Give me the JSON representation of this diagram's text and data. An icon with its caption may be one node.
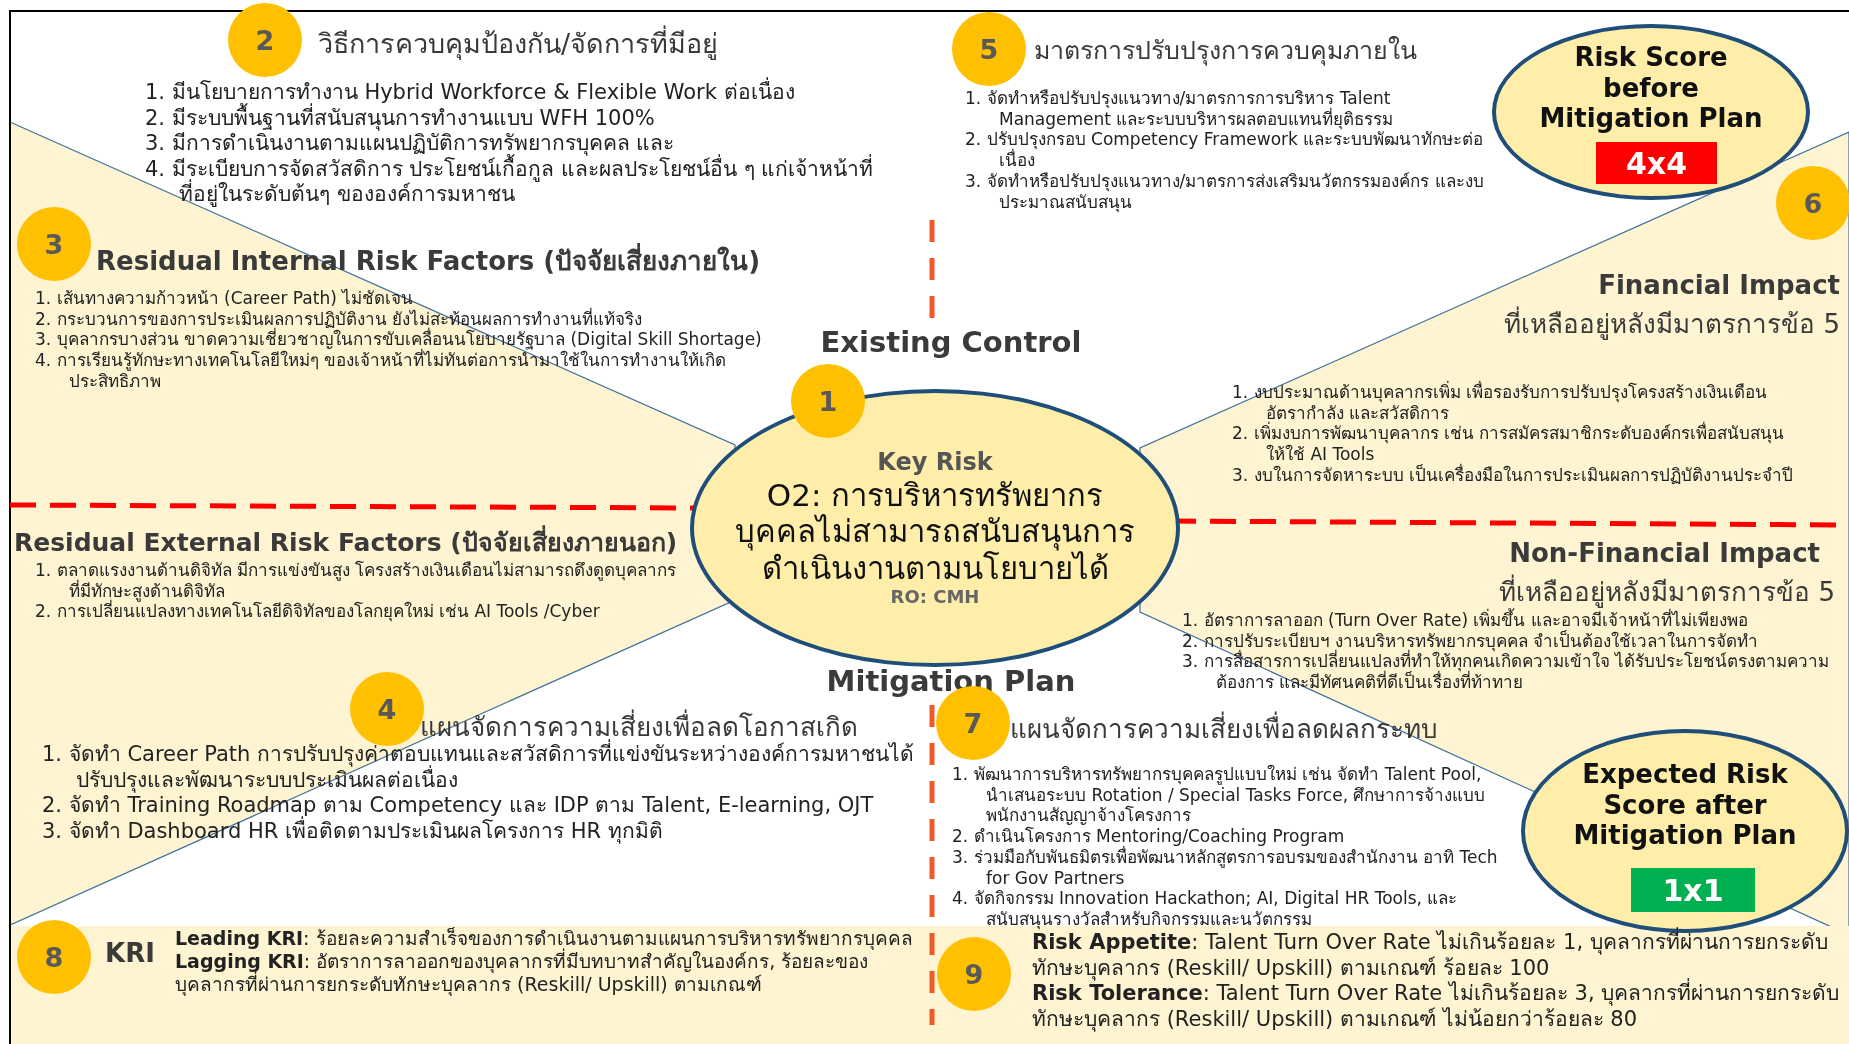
{
  "diagram": {
    "nodes": [
      {
        "text": [
          "1"
        ]
      },
      {
        "text": [
          "Key Risk",
          "O2: การบริหารทรัพยากรบุคคลไม่สามารถสนับสนุนการดำเนินงานตามนโยบายได้",
          "RO: CMH"
        ]
      },
      {
        "text": [
          "2"
        ]
      },
      {
        "text": [
          "3"
        ]
      },
      {
        "text": [
          "4"
        ]
      },
      {
        "text": [
          "5"
        ]
      },
      {
        "text": [
          "6"
        ]
      },
      {
        "text": [
          "7"
        ]
      },
      {
        "text": [
          "8"
        ]
      },
      {
        "text": [
          "9"
        ]
      },
      {
        "text": [
          "Risk Score before Mitigation Plan"
        ]
      },
      {
        "text": [
          "4x4"
        ],
        "in": 10
      },
      {
        "text": [
          "Expected Risk Score after Mitigation Plan"
        ]
      },
      {
        "text": [
          "1x1"
        ],
        "in": 12
      }
    ],
    "labels": [
      "Existing Control",
      "Mitigation Plan",
      "วิธีการควบคุมป้องกัน/จัดการที่มีอยู่",
      "1. มีนโยบายการทำงาน Hybrid Workforce & Flexible Work ต่อเนื่อง",
      "2. มีระบบพื้นฐานที่สนับสนุนการทำงานแบบ WFH 100%",
      "3. มีการดำเนินงานตามแผนปฏิบัติการทรัพยากรบุคคล และ",
      "4. มีระเบียบการจัดสวัสดิการ ประโยชน์เกื้อกูล และผลประโยชน์อื่น ๆ แก่เจ้าหน้าที่ที่อยู่ในระดับต้นๆ ขององค์การมหาชน",
      "Residual Internal Risk Factors (ปัจจัยเสี่ยงภายใน)",
      "1. เส้นทางความก้าวหน้า (Career Path) ไม่ชัดเจน",
      "2. กระบวนการของการประเมินผลการปฏิบัติงาน ยังไม่สะท้อนผลการทำงานที่แท้จริง",
      "3. บุคลากรบางส่วน ขาดความเชี่ยวชาญในการขับเคลื่อนนโยบายรัฐบาล (Digital Skill Shortage)",
      "4. การเรียนรู้ทักษะทางเทคโนโลยีใหม่ๆ ของเจ้าหน้าที่ไม่ทันต่อการนำมาใช้ในการทำงานให้เกิดประสิทธิภาพ",
      "Residual External Risk Factors (ปัจจัยเสี่ยงภายนอก)",
      "1. ตลาดแรงงานด้านดิจิทัล มีการแข่งขันสูง โครงสร้างเงินเดือนไม่สามารถดึงดูดบุคลากรที่มีทักษะสูงด้านดิจิทัล",
      "2. การเปลี่ยนแปลงทางเทคโนโลยีดิจิทัลของโลกยุคใหม่ เช่น AI Tools /Cyber",
      "แผนจัดการความเสี่ยงเพื่อลดโอกาสเกิด",
      "1. จัดทำ Career Path การปรับปรุงค่าตอบแทนและสวัสดิการที่แข่งขันระหว่างองค์การมหาชนได้ ปรับปรุงและพัฒนาระบบประเมินผลต่อเนื่อง",
      "2. จัดทำ Training Roadmap ตาม Competency และ IDP ตาม Talent, E-learning, OJT",
      "3. จัดทำ Dashboard HR เพื่อติดตามประเมินผลโครงการ HR ทุกมิติ",
      "KRI",
      "**Leading KRI**: ร้อยละความสำเร็จของการดำเนินงานตามแผนการบริหารทรัพยากรบุคคล",
      "**Lagging KRI**: อัตราการลาออกของบุคลากรที่มีบทบาทสำคัญในองค์กร, ร้อยละของบุคลากรที่ผ่านการยกระดับทักษะบุคลากร (Reskill/ Upskill) ตามเกณฑ์",
      "มาตรการปรับปรุงการควบคุมภายใน",
      "1. จัดทำหรือปรับปรุงแนวทาง/มาตรการการบริหาร Talent Management และระบบบริหารผลตอบแทนที่ยุติธรรม",
      "2. ปรับปรุงกรอบ Competency Framework และระบบพัฒนาทักษะต่อเนื่อง",
      "3. จัดทำหรือปรับปรุงแนวทาง/มาตรการส่งเสริมนวัตกรรมองค์กร และงบประมาณสนับสนุน",
      "Financial Impact",
      "ที่เหลืออยู่หลังมีมาตรการข้อ 5",
      "1. งบประมาณด้านบุคลากรเพิ่ม เพื่อรองรับการปรับปรุงโครงสร้างเงินเดือน อัตรากำลัง และสวัสดิการ",
      "2. เพิ่มงบการพัฒนาบุคลากร เช่น การสมัครสมาชิกระดับองค์กรเพื่อสนับสนุนให้ใช้ AI Tools",
      "3. งบในการจัดหาระบบ เป็นเครื่องมือในการประเมินผลการปฏิบัติงานประจำปี",
      "Non-Financial Impact",
      "ที่เหลืออยู่หลังมีมาตรการข้อ 5",
      "1. อัตราการลาออก (Turn Over Rate) เพิ่มขึ้น และอาจมีเจ้าหน้าที่ไม่เพียงพอ",
      "2. การปรับระเบียบฯ งานบริหารทรัพยากรบุคคล จำเป็นต้องใช้เวลาในการจัดทำ",
      "3. การสื่อสารการเปลี่ยนแปลงที่ทำให้ทุกคนเกิดความเข้าใจ ได้รับประโยชน์ตรงตามความต้องการ และมีทัศนคติที่ดีเป็นเรื่องที่ท้าทาย",
      "แผนจัดการความเสี่ยงเพื่อลดผลกระทบ",
      "1. พัฒนาการบริหารทรัพยากรบุคคลรูปแบบใหม่ เช่น จัดทำ Talent Pool, นำเสนอระบบ Rotation / Special Tasks Force, ศึกษาการจ้างแบบพนักงานสัญญาจ้างโครงการ",
      "2. ดำเนินโครงการ Mentoring/Coaching Program",
      "3. ร่วมมือกับพันธมิตรเพื่อพัฒนาหลักสูตรการอบรมของสำนักงาน อาทิ Tech for Gov Partners",
      "4. จัดกิจกรรม Innovation Hackathon; AI, Digital HR Tools, และสนับสนุนรางวัลสำหรับกิจกรรมและนวัตกรรม",
      "**Risk Appetite**: Talent Turn Over Rate ไม่เกินร้อยละ 1, บุคลากรที่ผ่านการยกระดับทักษะบุคลากร (Reskill/ Upskill) ตามเกณฑ์ ร้อยละ 100",
      "**Risk Tolerance**: Talent Turn Over Rate ไม่เกินร้อยละ 3, บุคลากรที่ผ่านการยกระดับทักษะบุคลากร (Reskill/ Upskill) ตามเกณฑ์ ไม่น้อยกว่าร้อยละ 80"
    ]
  }
}
